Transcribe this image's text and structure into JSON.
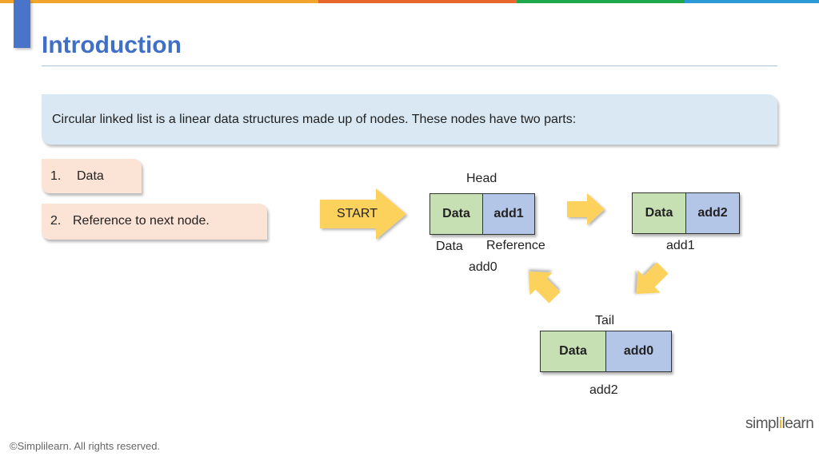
{
  "colors": {
    "topbar": [
      "#f2a52b",
      "#e8672d",
      "#1ea84b",
      "#2c9ad6"
    ],
    "title": "#3f6fc6",
    "intro_bg": "#d9e8f2",
    "part_bg": "#fbe3d5",
    "node_data": "#c6e0b4",
    "node_ref": "#b4c6e7",
    "arrow": "#fcd25c"
  },
  "title": "Introduction",
  "intro": "Circular linked list is a linear data structures made up of nodes. These nodes have two parts:",
  "parts": [
    {
      "num": "1.",
      "label": "Data"
    },
    {
      "num": "2.",
      "label": "Reference to next node."
    }
  ],
  "diagram": {
    "start_label": "START",
    "head_label": "Head",
    "tail_label": "Tail",
    "nodes": [
      {
        "data": "Data",
        "ref": "add1",
        "address": "add0"
      },
      {
        "data": "Data",
        "ref": "add2",
        "address": "add1"
      },
      {
        "data": "Data",
        "ref": "add0",
        "address": "add2"
      }
    ],
    "data_caption": "Data",
    "reference_caption": "Reference"
  },
  "logo": {
    "part1": "simpl",
    "part2": "i",
    "part3": "learn"
  },
  "footer": "©Simplilearn. All rights reserved."
}
